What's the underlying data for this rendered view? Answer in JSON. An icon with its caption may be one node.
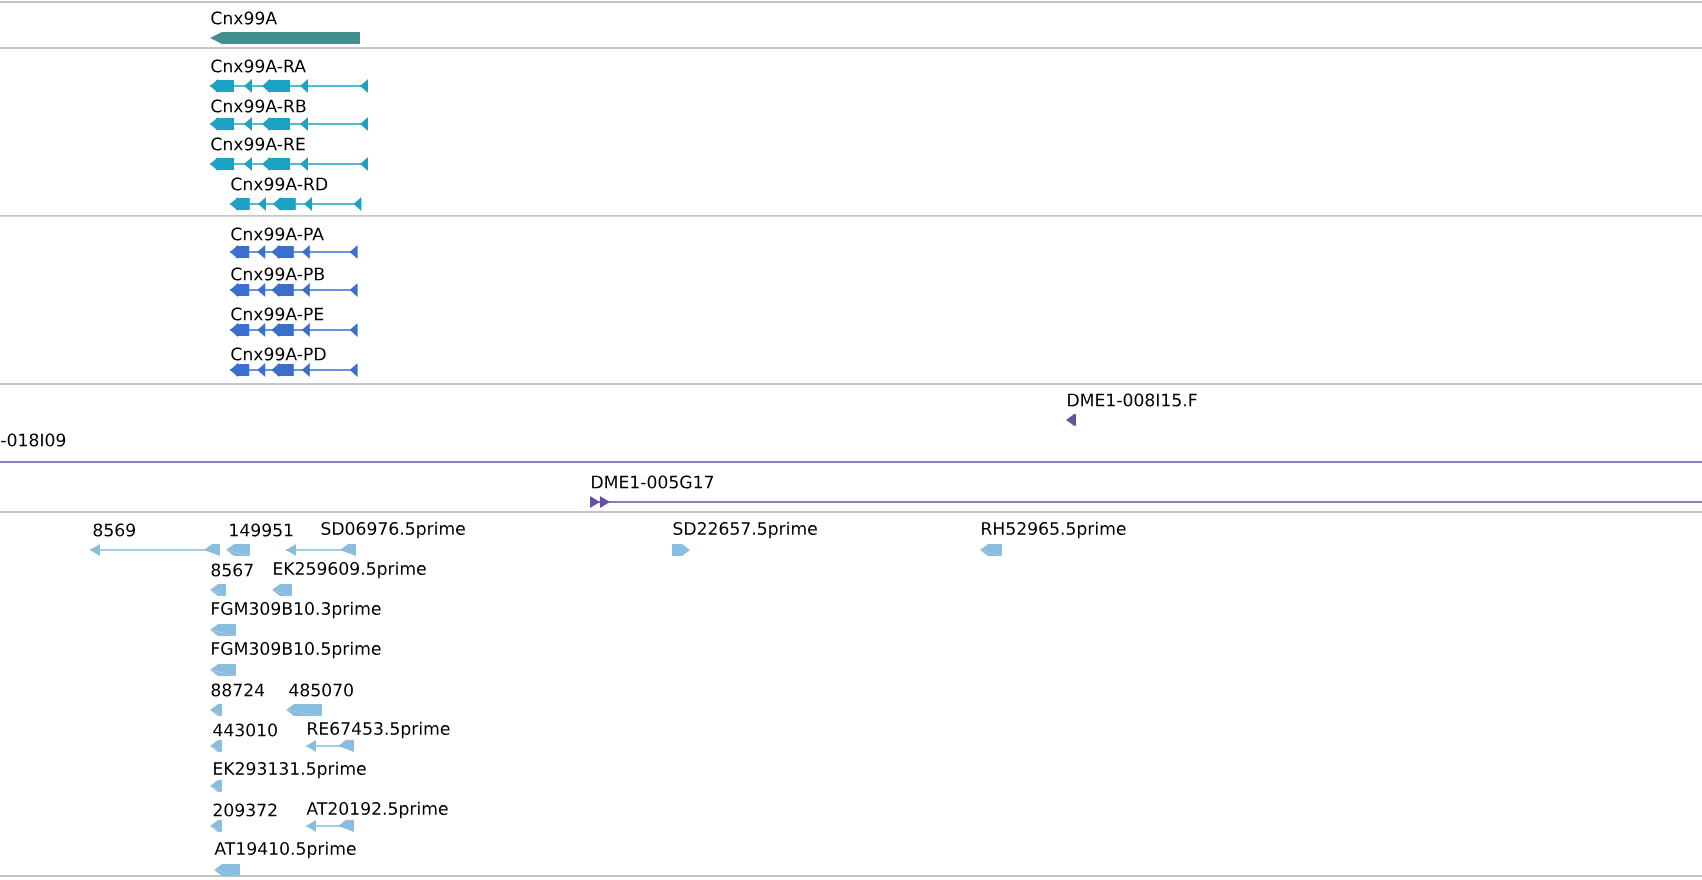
{
  "diagram": {
    "labels": [
      "Cnx99A",
      "Cnx99A-RA",
      "Cnx99A-RB",
      "Cnx99A-RE",
      "Cnx99A-RD",
      "Cnx99A-PA",
      "Cnx99A-PB",
      "Cnx99A-PE",
      "Cnx99A-PD",
      "DME1-008I15.F",
      "-018I09",
      "DME1-005G17",
      "8569",
      "149951",
      "SD06976.5prime",
      "SD22657.5prime",
      "RH52965.5prime",
      "8567",
      "EK259609.5prime",
      "FGM309B10.3prime",
      "FGM309B10.5prime",
      "88724",
      "485070",
      "443010",
      "RE67453.5prime",
      "EK293131.5prime",
      "209372",
      "AT20192.5prime",
      "AT19410.5prime"
    ]
  }
}
